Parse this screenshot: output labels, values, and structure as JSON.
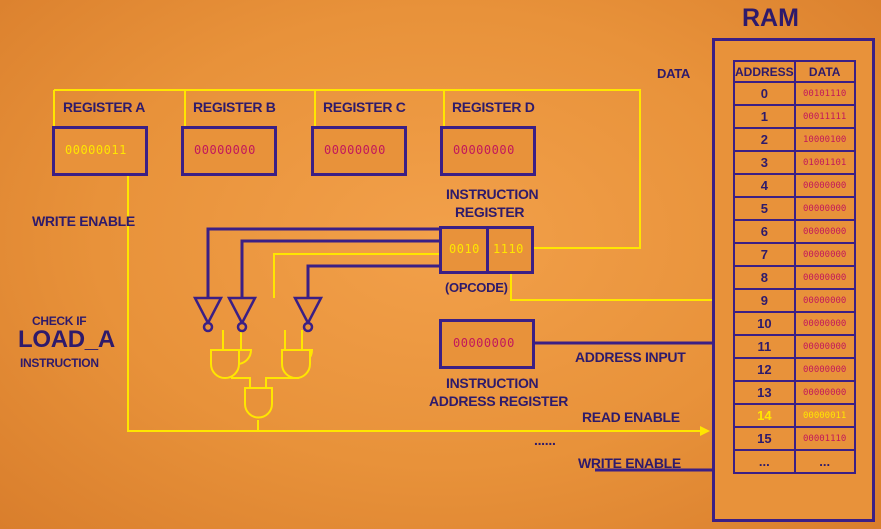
{
  "registers": [
    {
      "label": "REGISTER A",
      "value": "00000011"
    },
    {
      "label": "REGISTER B",
      "value": "00000000"
    },
    {
      "label": "REGISTER C",
      "value": "00000000"
    },
    {
      "label": "REGISTER D",
      "value": "00000000"
    }
  ],
  "instruction_register": {
    "label_line1": "INSTRUCTION",
    "label_line2": "REGISTER",
    "opcode": "0010",
    "operand": "1110",
    "opcode_label": "(OPCODE)"
  },
  "instruction_address_register": {
    "value": "00000000",
    "label_line1": "INSTRUCTION",
    "label_line2": "ADDRESS REGISTER"
  },
  "labels": {
    "data": "DATA",
    "write_enable_left": "WRITE ENABLE",
    "check_if": "CHECK IF",
    "load_a": "LOAD_A",
    "instruction": "INSTRUCTION",
    "address_input": "ADDRESS INPUT",
    "read_enable": "READ ENABLE",
    "write_enable_right": "WRITE ENABLE",
    "dots": "......"
  },
  "ram": {
    "title": "RAM",
    "headers": [
      "ADDRESS",
      "DATA"
    ],
    "highlight_address": "14",
    "rows": [
      {
        "address": "0",
        "data": "00101110"
      },
      {
        "address": "1",
        "data": "00011111"
      },
      {
        "address": "2",
        "data": "10000100"
      },
      {
        "address": "3",
        "data": "01001101"
      },
      {
        "address": "4",
        "data": "00000000"
      },
      {
        "address": "5",
        "data": "00000000"
      },
      {
        "address": "6",
        "data": "00000000"
      },
      {
        "address": "7",
        "data": "00000000"
      },
      {
        "address": "8",
        "data": "00000000"
      },
      {
        "address": "9",
        "data": "00000000"
      },
      {
        "address": "10",
        "data": "00000000"
      },
      {
        "address": "11",
        "data": "00000000"
      },
      {
        "address": "12",
        "data": "00000000"
      },
      {
        "address": "13",
        "data": "00000000"
      },
      {
        "address": "14",
        "data": "00000011"
      },
      {
        "address": "15",
        "data": "00001110"
      },
      {
        "address": "...",
        "data": "..."
      }
    ]
  },
  "colors": {
    "background": "#e8923a",
    "ink": "#2e1a6b",
    "wire_yellow": "#ffe600",
    "wire_purple": "#3b1f85",
    "binary_magenta": "#c2185b"
  }
}
